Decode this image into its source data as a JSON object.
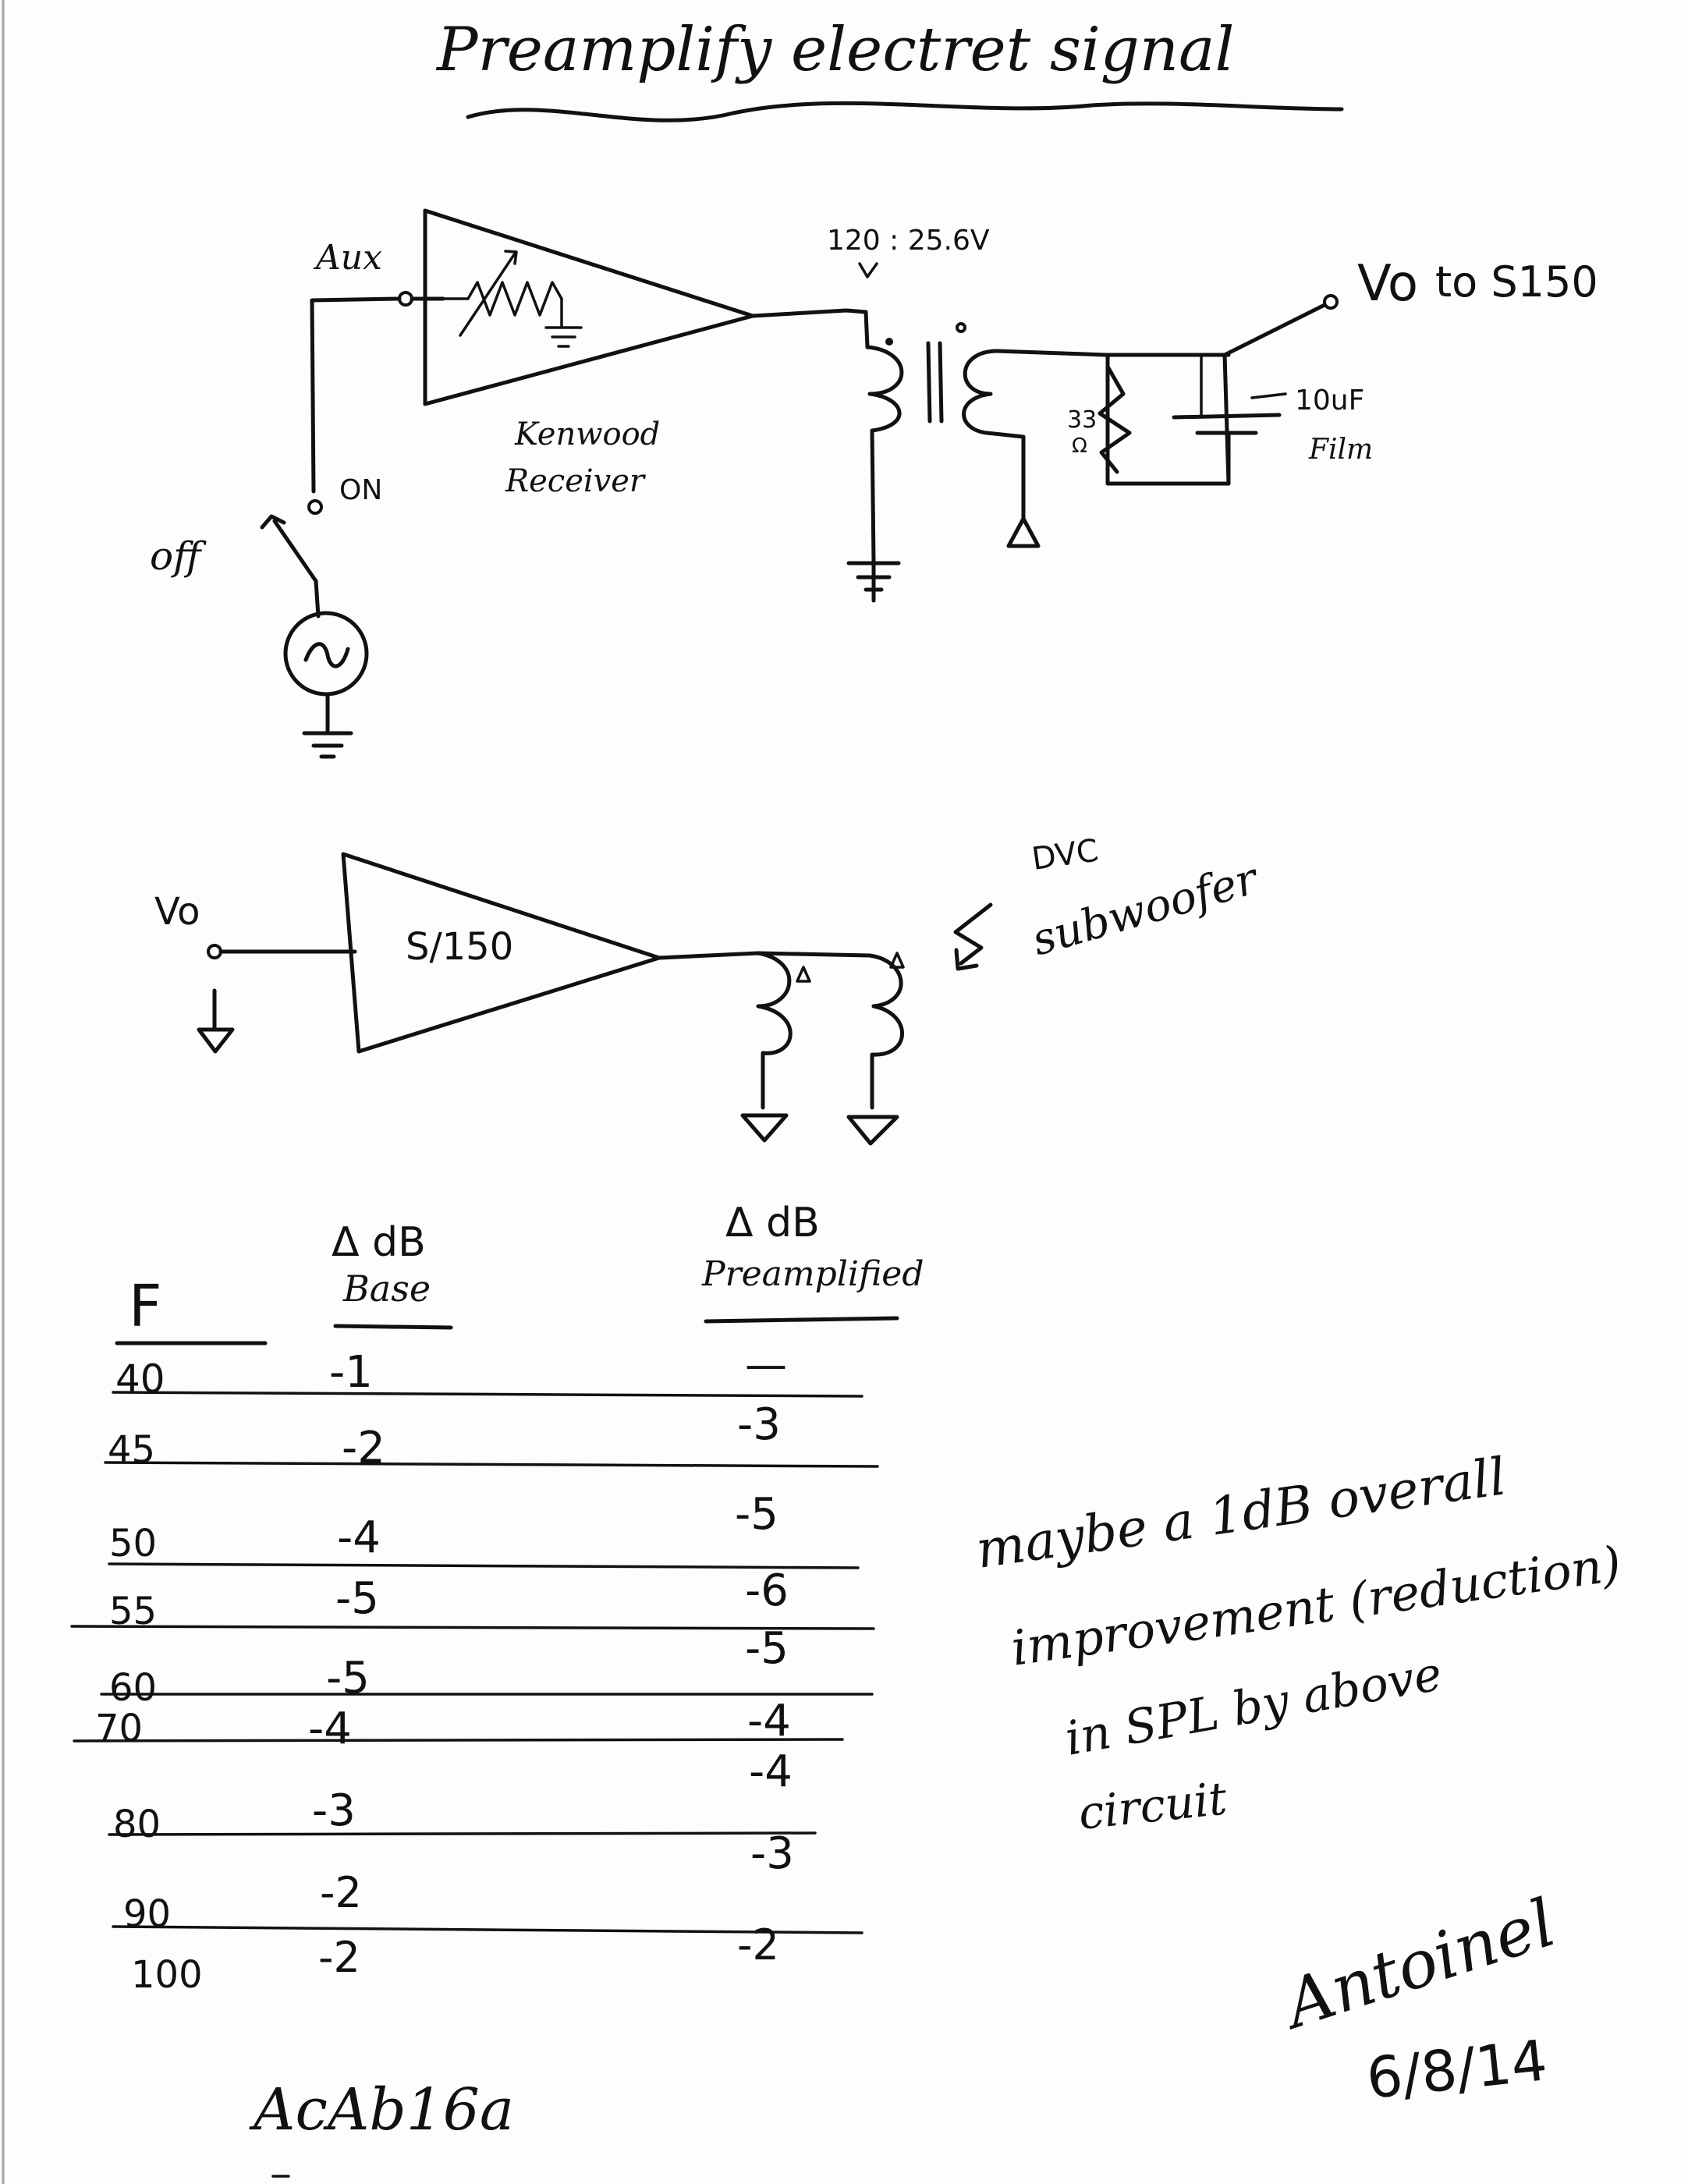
{
  "title": "Preamplify electret signal",
  "diagram1": {
    "aux_label": "Aux",
    "receiver_label_1": "Kenwood",
    "receiver_label_2": "Receiver",
    "switch_on_label": "ON",
    "switch_off_label": "off",
    "transformer_label": "120 : 25.6V",
    "resistor_value": "33",
    "resistor_unit": "Ω",
    "capacitor_label_1": "10uF",
    "capacitor_label_2": "Film",
    "output_label": "Vo",
    "output_dest": "to S150"
  },
  "diagram2": {
    "input_label": "Vo",
    "amp_label": "S/150",
    "speaker_label_1": "DVC",
    "speaker_label_2": "subwoofer"
  },
  "table": {
    "headers": {
      "f": "F",
      "base_1": "Δ dB",
      "base_2": "Base",
      "pre_1": "Δ dB",
      "pre_2": "Preamplified"
    },
    "rows": [
      {
        "f": "40",
        "base": "-1",
        "pre": "—"
      },
      {
        "f": "45",
        "base": "-2",
        "pre": "-3"
      },
      {
        "f": "50",
        "base": "-4",
        "pre": "-5"
      },
      {
        "f": "55",
        "base": "-5",
        "pre": "-6"
      },
      {
        "f": "60",
        "base": "-5",
        "pre": "-5"
      },
      {
        "f": "70",
        "base": "-4",
        "pre": "-4"
      },
      {
        "f": "80",
        "base": "-3",
        "pre": "-4"
      },
      {
        "f": "90",
        "base": "-2",
        "pre": "-3"
      },
      {
        "f": "100",
        "base": "-2",
        "pre": "-2"
      }
    ]
  },
  "note": {
    "line1": "maybe a 1dB overall",
    "line2": "improvement (reduction)",
    "line3": "in SPL by above",
    "line4": "circuit"
  },
  "signature": {
    "name": "Antoinel",
    "date": "6/8/14"
  },
  "code": "AcAb16a"
}
